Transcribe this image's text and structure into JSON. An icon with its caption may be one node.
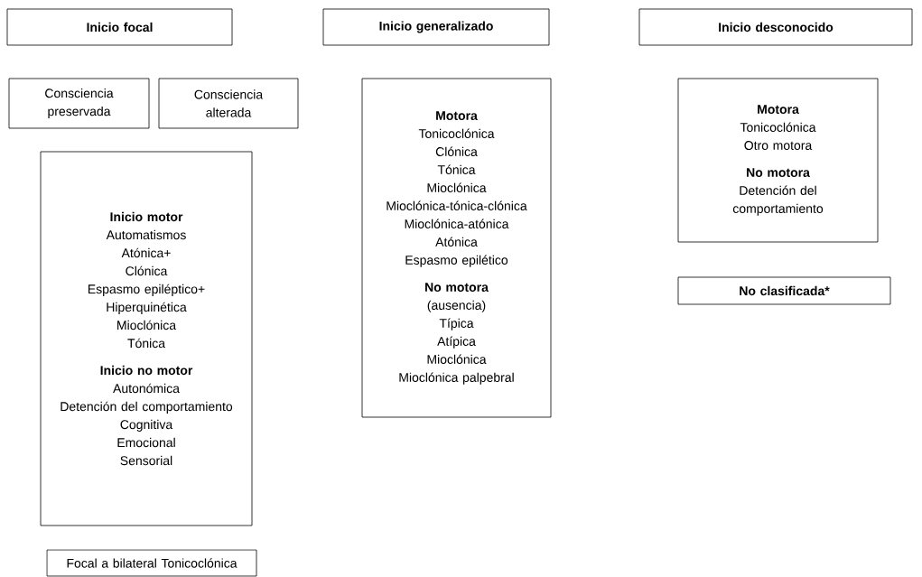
{
  "diagram": {
    "nodes": [
      {
        "text": [
          "Inicio focal"
        ]
      },
      {
        "text": [
          "Inicio generalizado"
        ]
      },
      {
        "text": [
          "Inicio desconocido"
        ]
      },
      {
        "text": [
          "Consciencia preservada"
        ]
      },
      {
        "text": [
          "Consciencia alterada"
        ]
      },
      {
        "text": [
          "Inicio motor",
          "Automatismos",
          "Atónica+",
          "Clónica",
          "Espasmo epiléptico+",
          "Hiperquinética",
          "Mioclónica",
          "Tónica",
          "Inicio no motor",
          "Autonómica",
          "Detención del comportamiento",
          "Cognitiva",
          "Emocional",
          "Sensorial"
        ]
      },
      {
        "text": [
          "Focal a bilateral Tonicoclónica"
        ]
      },
      {
        "text": [
          "Motora",
          "Tonicoclónica",
          "Clónica",
          "Tónica",
          "Mioclónica",
          "Mioclónica-tónica-clónica",
          "Mioclónica-atónica",
          "Atónica",
          "Espasmo epilético",
          "No motora",
          "(ausencia)",
          "Típica",
          "Atípica",
          "Mioclónica",
          "Mioclónica palpebral"
        ]
      },
      {
        "text": [
          "Motora",
          "Tonicoclónica",
          "Otro motora",
          "No motora",
          "Detención del comportamiento"
        ]
      },
      {
        "text": [
          "No clasificada*"
        ]
      }
    ]
  }
}
